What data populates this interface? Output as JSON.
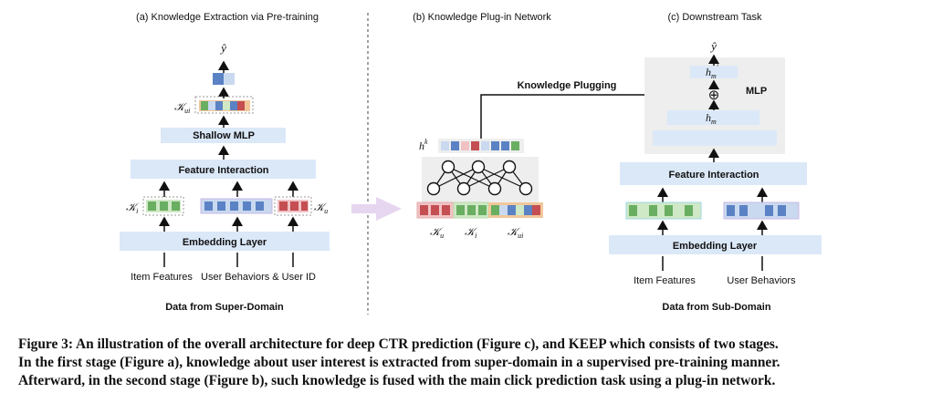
{
  "panels": {
    "a": {
      "title": "(a) Knowledge Extraction via Pre-training",
      "output": "ŷ",
      "k_ui": "𝒦",
      "k_ui_sub": "ui",
      "shallow_mlp": "Shallow MLP",
      "feature_interaction": "Feature Interaction",
      "k_i": "𝒦",
      "k_i_sub": "i",
      "k_u": "𝒦",
      "k_u_sub": "u",
      "embedding_layer": "Embedding Layer",
      "item_features": "Item Features",
      "user_behaviors_id": "User Behaviors & User ID",
      "data_source": "Data from Super-Domain"
    },
    "b": {
      "title": "(b) Knowledge Plug-in Network",
      "h_k": "h",
      "h_k_sup": "k",
      "knowledge_plugging": "Knowledge Plugging",
      "k_u": "𝒦",
      "k_u_sub": "u",
      "k_i": "𝒦",
      "k_i_sub": "i",
      "k_ui": "𝒦",
      "k_ui_sub": "ui"
    },
    "c": {
      "title": "(c) Downstream Task",
      "output": "ŷ",
      "h_m_prime": "h",
      "h_m_prime_sub": "m",
      "plus": "⊕",
      "mlp": "MLP",
      "h_m": "h",
      "h_m_sub": "m",
      "feature_interaction": "Feature Interaction",
      "embedding_layer": "Embedding Layer",
      "item_features": "Item Features",
      "user_behaviors": "User Behaviors",
      "data_source": "Data from Sub-Domain"
    }
  },
  "caption": {
    "line1": "Figure 3: An illustration of the overall architecture for deep CTR prediction (Figure c), and KEEP which consists of two stages.",
    "line2": "In the first stage (Figure a), knowledge about user interest is extracted from super-domain in a supervised pre-training manner.",
    "line3": "Afterward, in the second stage (Figure b), such knowledge is fused with the main click prediction task using a plug-in network."
  },
  "colors": {
    "block_fill": "#dbe8f8",
    "mlp_bg": "#eeeeee",
    "green": "#6aae61",
    "light_green": "#cfe8c6",
    "blue": "#5b82c4",
    "light_blue": "#c9d9ef",
    "red": "#c44e52",
    "pink": "#f0c2c4",
    "orange_border": "#f1c79a",
    "cyan_border": "#9fd8e6",
    "purple_border": "#c9b9e6",
    "green_border": "#b7dca9",
    "arrow_stage": "#e7d6ef"
  }
}
